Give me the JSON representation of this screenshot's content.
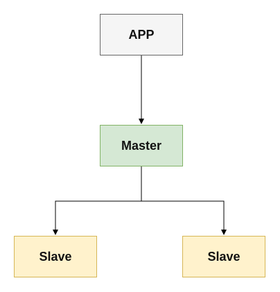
{
  "nodes": {
    "app": {
      "label": "APP",
      "fill": "#f5f5f5",
      "stroke": "#666666"
    },
    "master": {
      "label": "Master",
      "fill": "#d5e8d4",
      "stroke": "#82b366"
    },
    "slave_1": {
      "label": "Slave",
      "fill": "#fff2cc",
      "stroke": "#d6b656"
    },
    "slave_2": {
      "label": "Slave",
      "fill": "#fff2cc",
      "stroke": "#d6b656"
    }
  },
  "edges": [
    {
      "from": "APP",
      "to": "Master"
    },
    {
      "from": "Master",
      "to": "Slave"
    },
    {
      "from": "Master",
      "to": "Slave"
    }
  ],
  "edge_color": "#000000"
}
